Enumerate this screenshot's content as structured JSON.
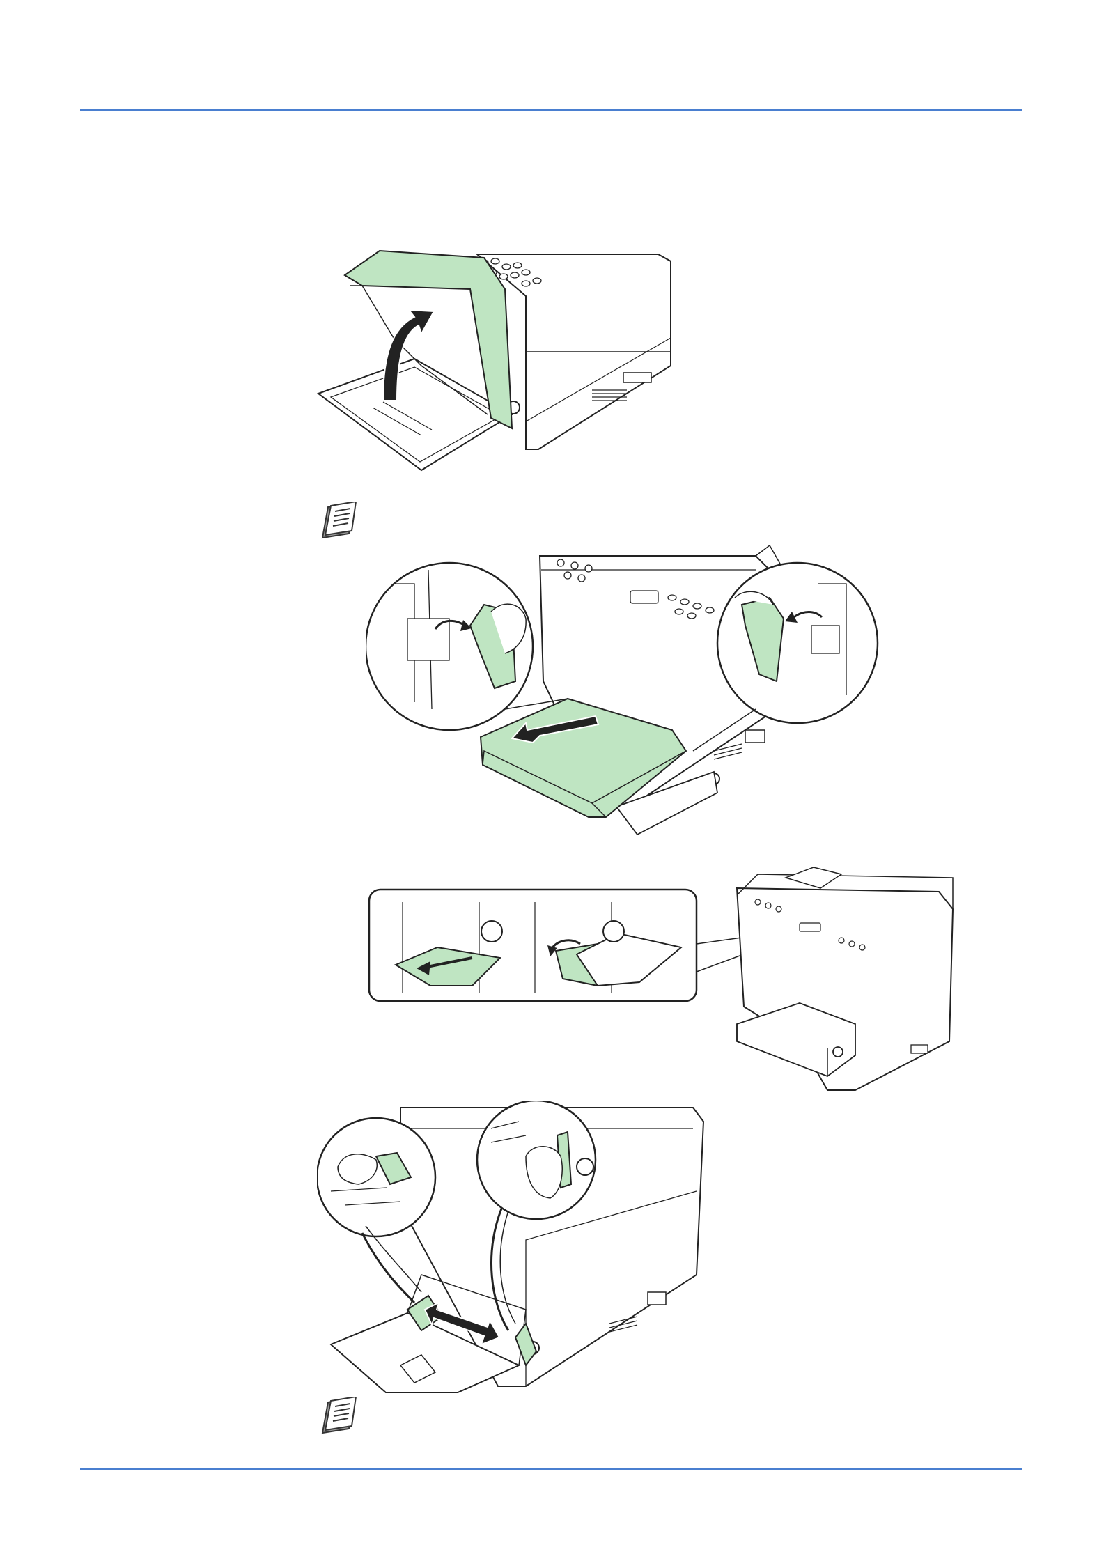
{
  "document": {
    "colors": {
      "rule": "#4a7fd0",
      "cover_green": "#bfe5c2",
      "line": "#222222",
      "gray_fill": "#eeeeee"
    },
    "icons": [
      "note-icon",
      "note-icon"
    ],
    "figures": [
      {
        "id": "lift-cover",
        "icon": "arrow-up-icon"
      },
      {
        "id": "remove-cover",
        "icon": "arrow-left-icon"
      },
      {
        "id": "extend-tray",
        "icon": "arrow-left-icon"
      },
      {
        "id": "slide-guides",
        "icon": "double-arrow-icon"
      }
    ]
  }
}
